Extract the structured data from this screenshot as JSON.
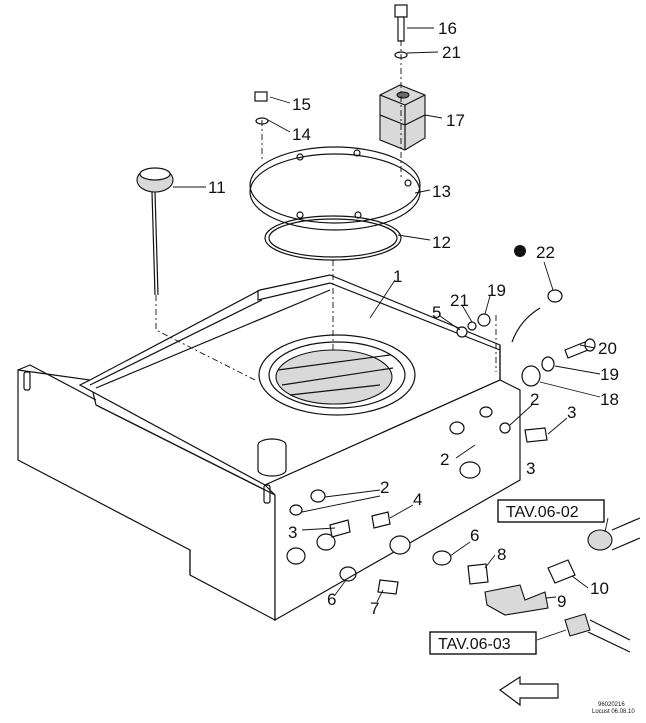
{
  "diagram": {
    "part_numbers": {
      "p1": "1",
      "p2a": "2",
      "p2b": "2",
      "p2c": "2",
      "p3a": "3",
      "p3b": "3",
      "p3c": "3",
      "p4": "4",
      "p5": "5",
      "p6a": "6",
      "p6b": "6",
      "p7": "7",
      "p8": "8",
      "p9": "9",
      "p10": "10",
      "p11": "11",
      "p12": "12",
      "p13": "13",
      "p14": "14",
      "p15": "15",
      "p16": "16",
      "p17": "17",
      "p18": "18",
      "p19a": "19",
      "p19b": "19",
      "p20": "20",
      "p21a": "21",
      "p21b": "21",
      "p22": "22"
    },
    "references": {
      "tav_0602": "TAV.06-02",
      "tav_0603": "TAV.06-03"
    },
    "drawing_code": {
      "line1": "96020216",
      "line2": "Locust 06.08.10"
    }
  }
}
